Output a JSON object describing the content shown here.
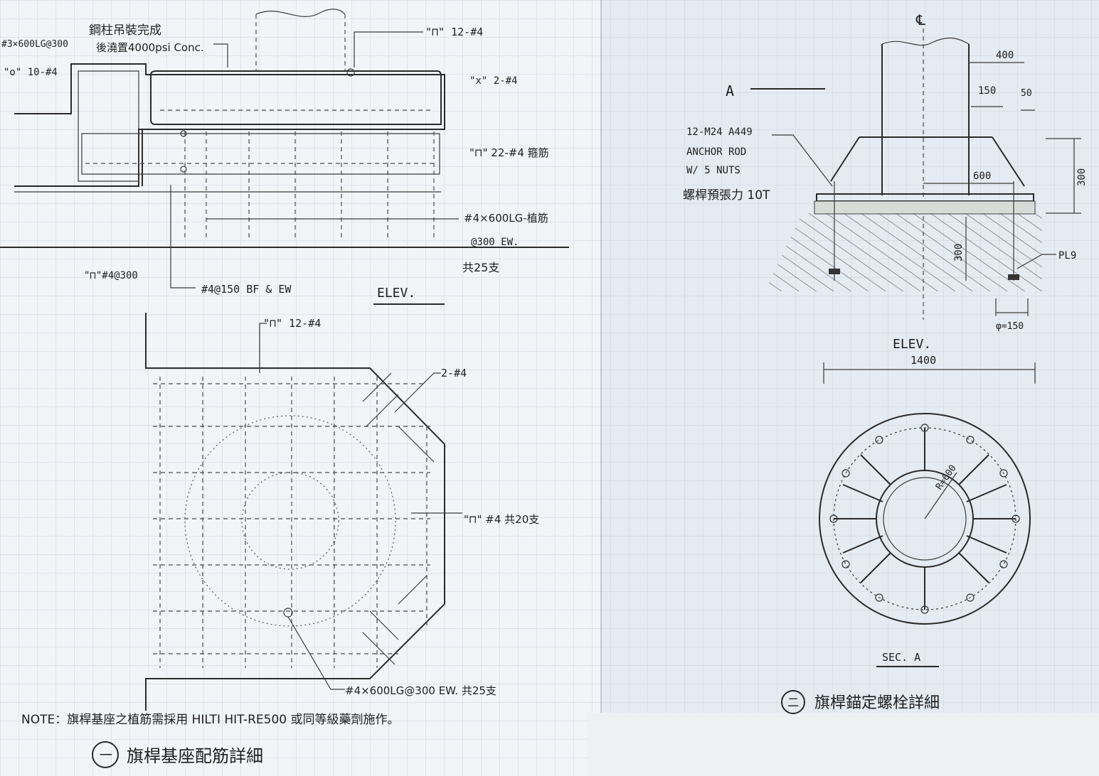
{
  "left_sheet": {
    "elev": {
      "note_steel_column": "鋼柱吊裝完成",
      "note_concrete": "後澆置4000psi Conc.",
      "bar_3x600": "#3×600LG@300",
      "bar_o_10": "\"o\" 10-#4",
      "bar_top_12": "\"⊓\" 12-#4",
      "bar_x_2": "\"x\" 2-#4",
      "bar_stirrup_22": "\"⊓\" 22-#4 箍筋",
      "bar_dowel_1": "#4×600LG-植筋",
      "bar_dowel_2": "@300 EW.",
      "bar_dowel_count": "共25支",
      "bar_u_300": "\"⊓\"#4@300",
      "bar_bf_ew": "#4@150 BF & EW",
      "view_title": "ELEV."
    },
    "plan": {
      "bar_top_12": "\"⊓\" 12-#4",
      "bar_2_4": "2-#4",
      "bar_u_20": "\"⊓\" #4 共20支",
      "bar_dowel": "#4×600LG@300 EW. 共25支"
    },
    "note": "NOTE：旗桿基座之植筋需採用 HILTI HIT-RE500 或同等級藥劑施作。",
    "detail_number": "一",
    "detail_title": "旗桿基座配筋詳細"
  },
  "right_sheet": {
    "centerline": "℄",
    "section_mark": "A",
    "dim_400": "400",
    "dim_150": "150",
    "dim_50": "50",
    "anchor_1": "12-M24 A449",
    "anchor_2": "ANCHOR ROD",
    "anchor_3": "W/ 5 NUTS",
    "anchor_4": "螺桿預張力 10T",
    "dim_600": "600",
    "dim_300_right": "300",
    "dim_300_left": "300",
    "plate_thk": "PL9",
    "dim_phi": "φ=150",
    "view_title": "ELEV.",
    "dim_1400": "1400",
    "radius": "R=600",
    "section_title": "SEC. A",
    "detail_number": "二",
    "detail_title": "旗桿錨定螺栓詳細"
  }
}
